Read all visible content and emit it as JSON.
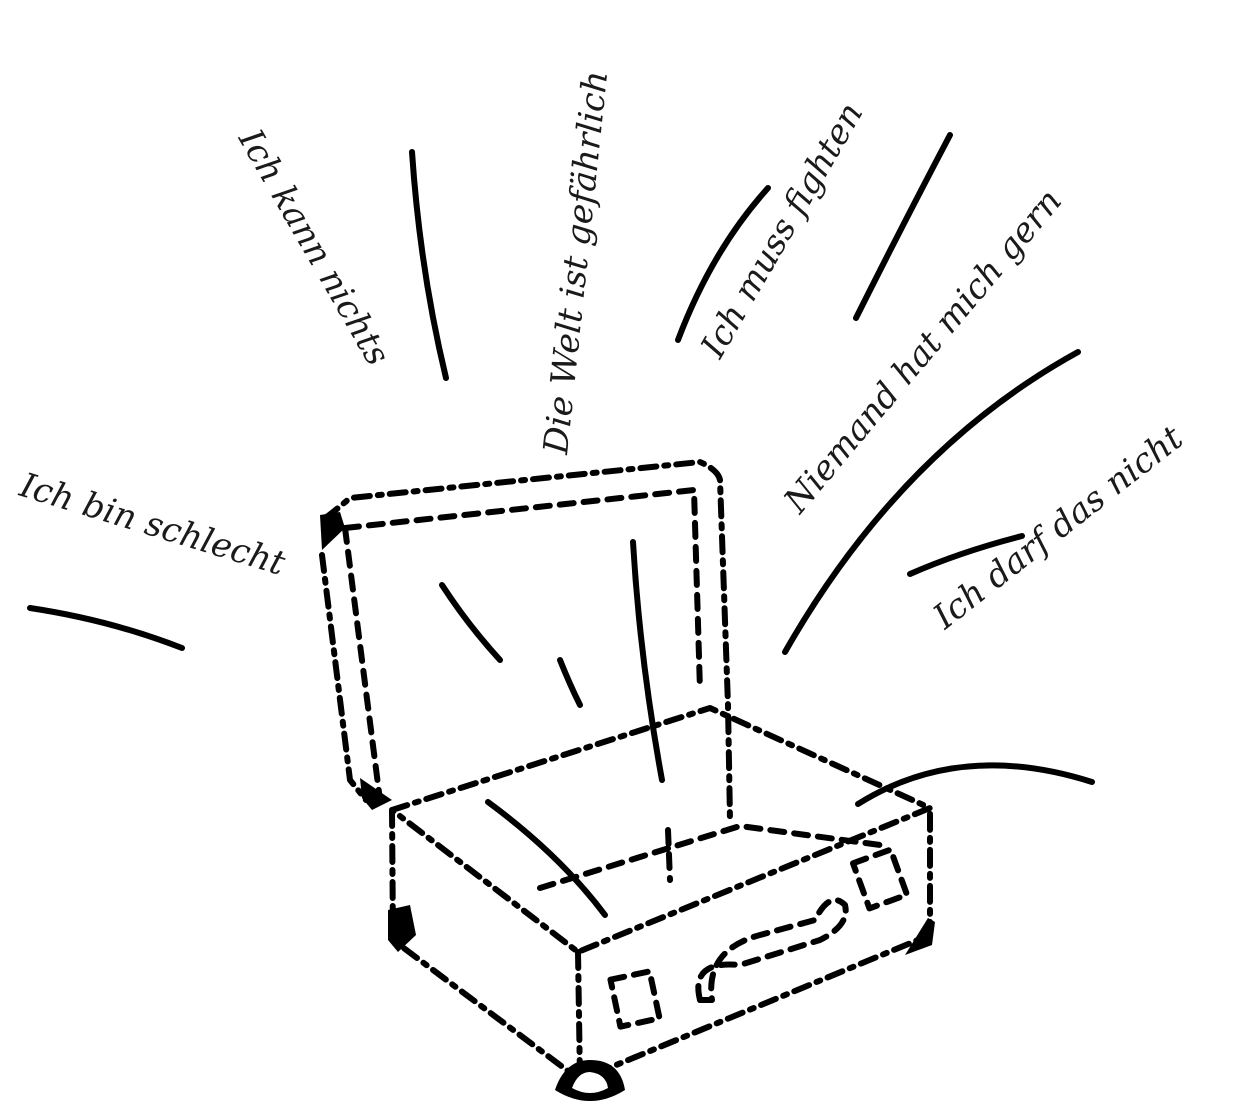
{
  "illustration": {
    "phrases": [
      {
        "id": "phrase-schlecht",
        "text": "Ich bin schlecht"
      },
      {
        "id": "phrase-kann-nichts",
        "text": "Ich kann nichts"
      },
      {
        "id": "phrase-welt",
        "text": "Die Welt ist gefährlich"
      },
      {
        "id": "phrase-fighten",
        "text": "Ich muss fighten"
      },
      {
        "id": "phrase-niemand",
        "text": "Niemand hat mich gern"
      },
      {
        "id": "phrase-darf-nicht",
        "text": "Ich darf das nicht"
      }
    ],
    "colors": {
      "ink": "#000000",
      "background": "#ffffff"
    }
  }
}
